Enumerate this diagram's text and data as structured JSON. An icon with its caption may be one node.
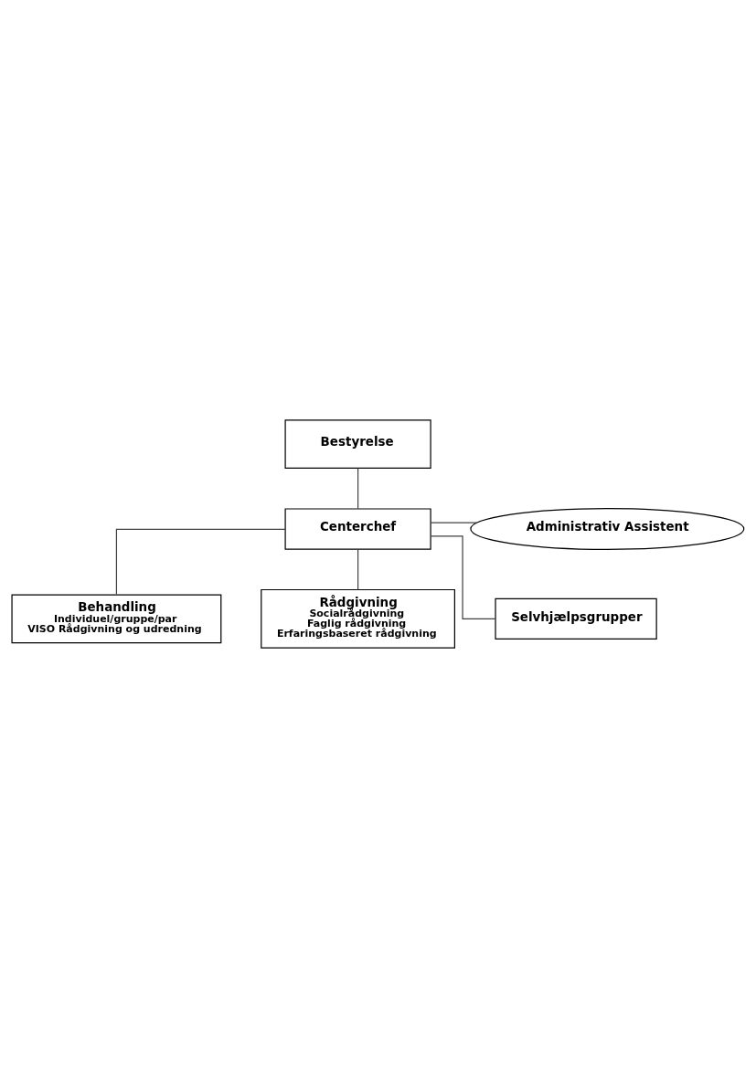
{
  "diagram": {
    "nodes": [
      {
        "text": [
          "Bestyrelse"
        ]
      },
      {
        "text": [
          "Centerchef"
        ]
      },
      {
        "text": [
          "Administrativ Assistent"
        ]
      },
      {
        "text": [
          "Behandling",
          "Individuel/gruppe/par",
          "VISO Rådgivning og udredning"
        ]
      },
      {
        "text": [
          "Rådgivning",
          "Socialrådgivning",
          "Faglig rådgivning",
          "Erfaringsbaseret rådgivning"
        ]
      },
      {
        "text": [
          "Selvhjælpsgrupper"
        ]
      }
    ],
    "edges": [
      {
        "from": 0,
        "to": 1,
        "arrow": "none"
      },
      {
        "from": 1,
        "to": 2,
        "arrow": "none"
      },
      {
        "from": 1,
        "to": 3,
        "arrow": "none"
      },
      {
        "from": 1,
        "to": 4,
        "arrow": "none"
      },
      {
        "from": 1,
        "to": 5,
        "arrow": "none"
      }
    ]
  }
}
